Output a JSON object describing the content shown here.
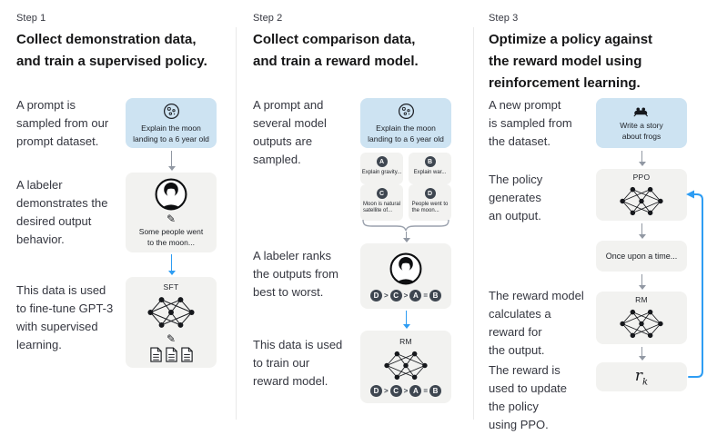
{
  "colors": {
    "prompt_box_bg": "#cde3f2",
    "model_box_bg": "#f2f2f0",
    "arrow_gray": "#9198a3",
    "arrow_blue": "#2e9df3",
    "rank_chip_bg": "#3e4650",
    "text": "#202123"
  },
  "step1": {
    "label": "Step 1",
    "heading": "Collect demonstration data,\nand train a supervised policy.",
    "caption1": "A prompt is\nsampled from our\nprompt dataset.",
    "caption2": "A labeler\ndemonstrates the\ndesired output\nbehavior.",
    "caption3": "This data is used\nto fine-tune GPT-3\nwith supervised\nlearning.",
    "prompt_text": "Explain the moon\nlanding to a 6 year old",
    "labeler_output": "Some people went\nto the moon...",
    "model_label": "SFT"
  },
  "step2": {
    "label": "Step 2",
    "heading": "Collect comparison data,\nand train a reward model.",
    "caption1": "A prompt and\nseveral model\noutputs are\nsampled.",
    "caption2": "A labeler ranks\nthe outputs from\nbest to worst.",
    "caption3": "This data is used\nto train our\nreward model.",
    "prompt_text": "Explain the moon\nlanding to a 6 year old",
    "outputs": [
      {
        "letter": "A",
        "text": "Explain gravity..."
      },
      {
        "letter": "B",
        "text": "Explain war..."
      },
      {
        "letter": "C",
        "text": "Moon is natural\nsatellite of..."
      },
      {
        "letter": "D",
        "text": "People went to\nthe moon..."
      }
    ],
    "ranking": [
      "D",
      ">",
      "C",
      ">",
      "A",
      "=",
      "B"
    ],
    "model_label": "RM"
  },
  "step3": {
    "label": "Step 3",
    "heading": "Optimize a policy against\nthe reward model using\nreinforcement learning.",
    "caption1": "A new prompt\nis sampled from\nthe dataset.",
    "caption2": "The policy\ngenerates\nan output.",
    "caption3": "The reward model\ncalculates a\nreward for\nthe output.",
    "caption4": "The reward is\nused to update\nthe policy\nusing PPO.",
    "prompt_text": "Write a story\nabout frogs",
    "policy_label": "PPO",
    "output_text": "Once upon a time...",
    "rm_label": "RM",
    "reward_var": "r",
    "reward_sub": "k"
  }
}
